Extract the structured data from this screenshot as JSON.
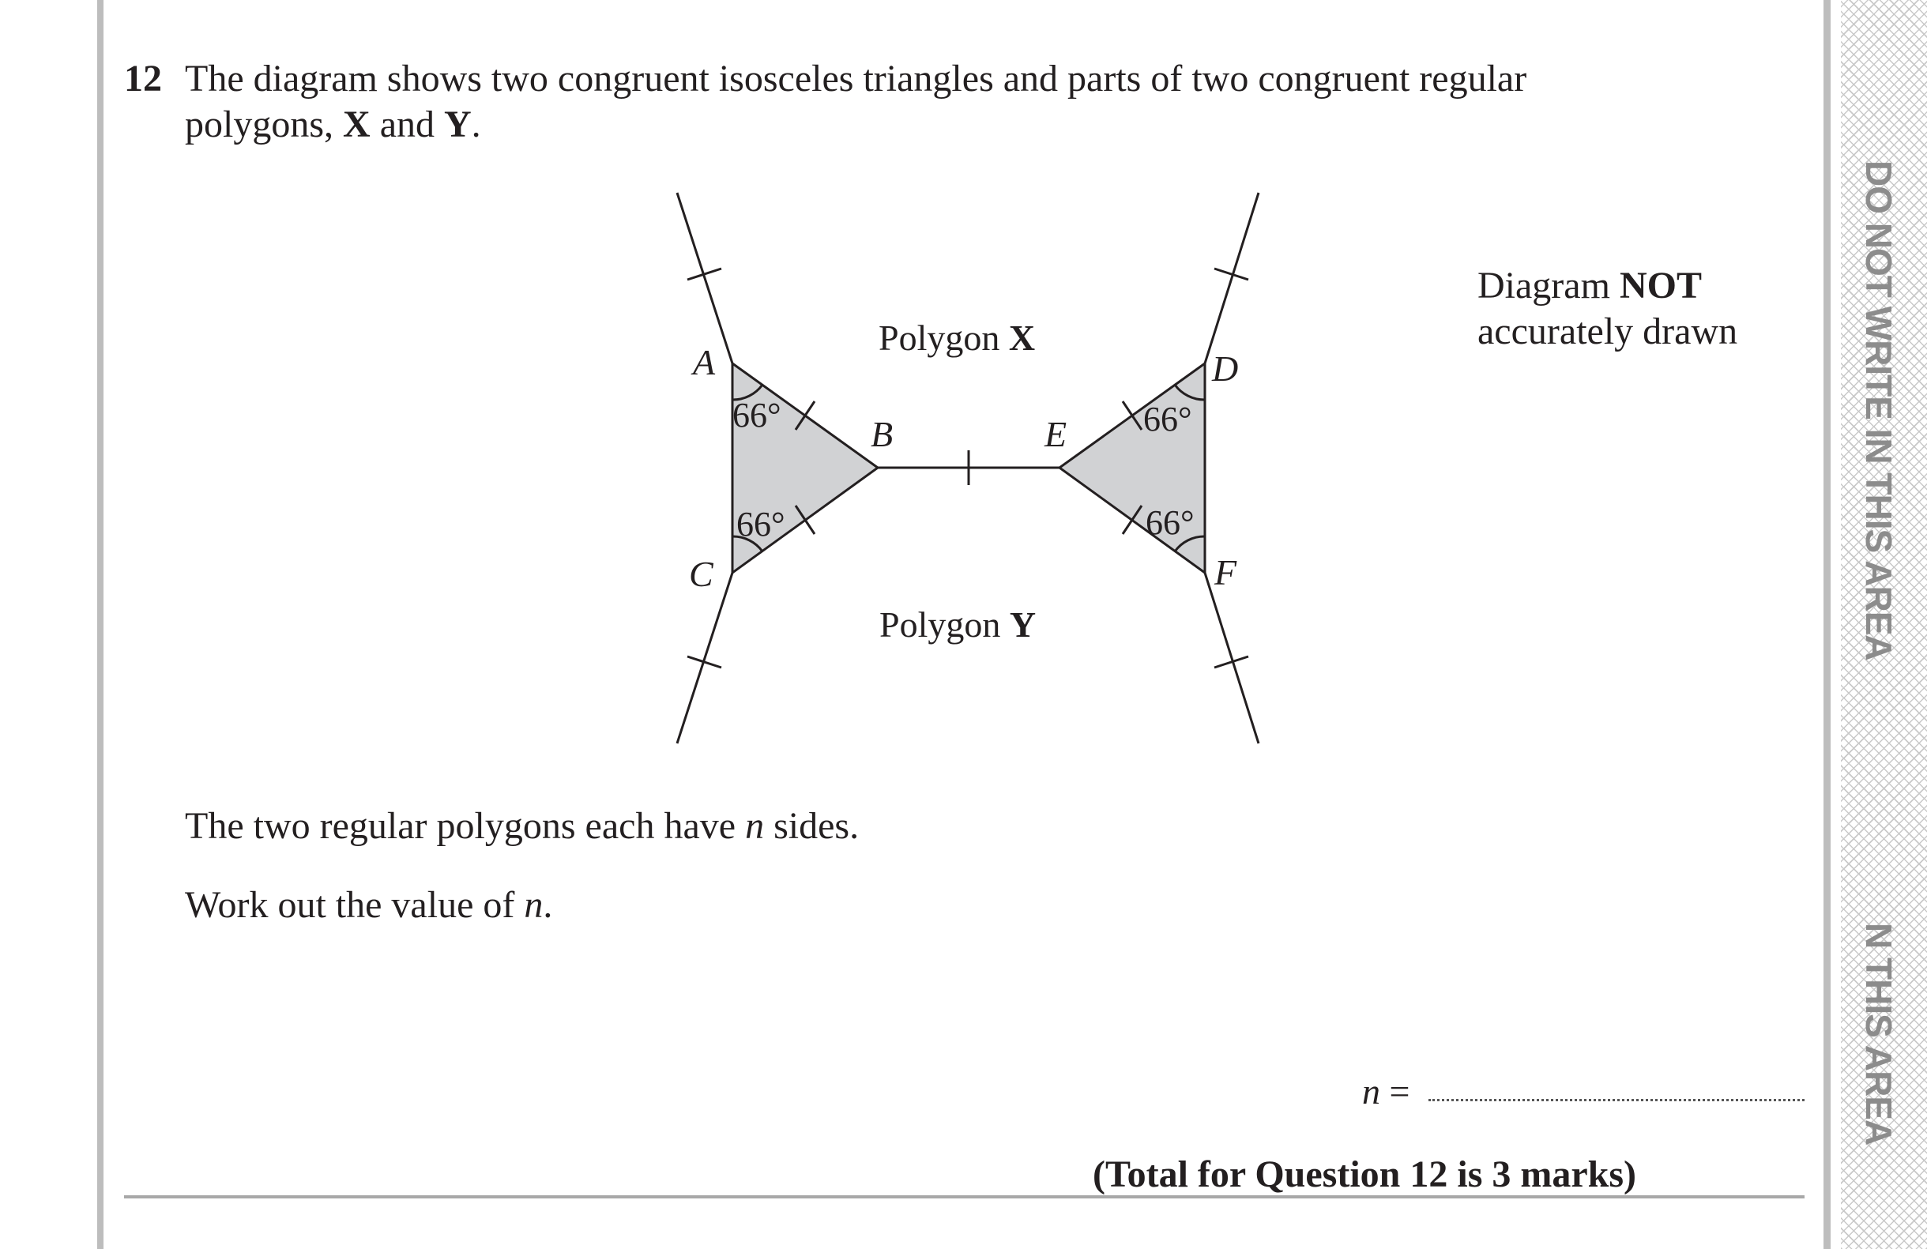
{
  "question": {
    "number": "12",
    "line1": "The diagram shows two congruent isosceles triangles and parts of two congruent regular",
    "line2_prefix": "polygons, ",
    "poly_x": "X",
    "and_word": " and ",
    "poly_y": "Y",
    "period": "."
  },
  "diagram": {
    "polygon_x_label": "Polygon ",
    "polygon_x_letter": "X",
    "polygon_y_label": "Polygon ",
    "polygon_y_letter": "Y",
    "points": {
      "A": "A",
      "B": "B",
      "C": "C",
      "D": "D",
      "E": "E",
      "F": "F"
    },
    "angle_label": "66°",
    "note_line1_prefix": "Diagram ",
    "note_line1_bold": "NOT",
    "note_line2": "accurately drawn",
    "triangle_fill": "#d1d2d4"
  },
  "body": {
    "line1_prefix": "The two regular polygons each have ",
    "line1_var": "n",
    "line1_suffix": " sides.",
    "line2_prefix": "Work out the value of ",
    "line2_var": "n",
    "line2_suffix": "."
  },
  "answer": {
    "var": "n",
    "equals": " ="
  },
  "total": "(Total for Question 12 is 3 marks)",
  "margin": {
    "text1": "DO NOT WRITE IN THIS AREA",
    "text2": "N THIS AREA"
  }
}
